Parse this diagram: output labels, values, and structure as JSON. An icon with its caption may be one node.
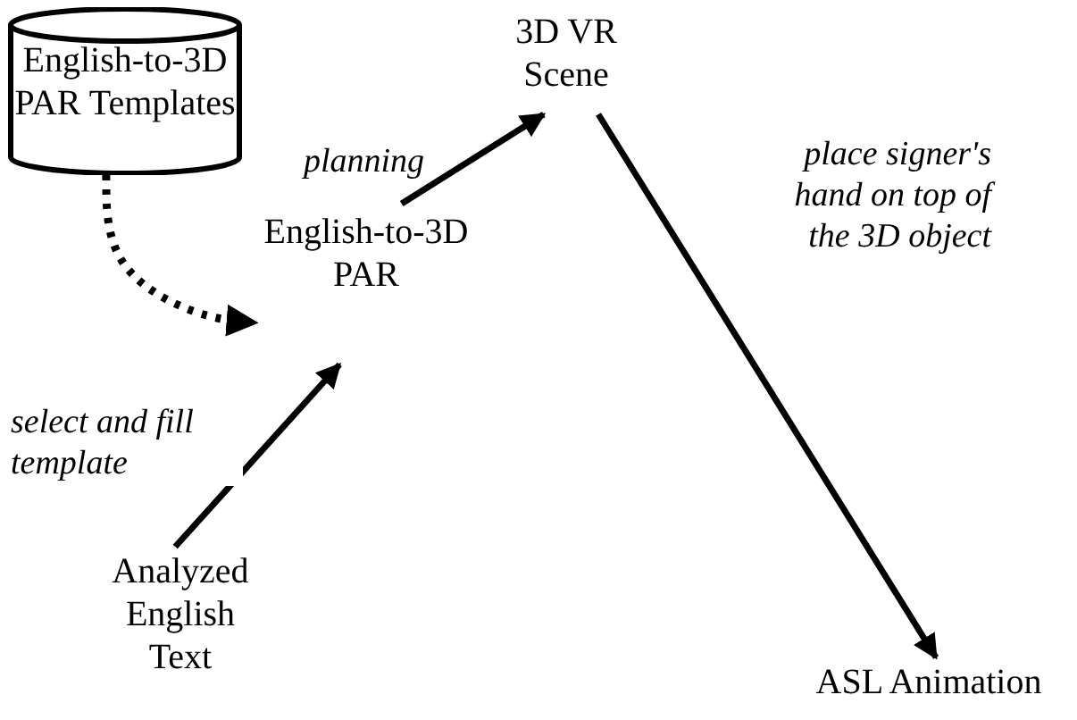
{
  "diagram": {
    "nodes": [
      {
        "text": [
          "English-to-3D PAR Templates"
        ]
      },
      {
        "text": [
          "3D VR Scene"
        ]
      },
      {
        "text": [
          "English-to-3D PAR"
        ]
      },
      {
        "text": [
          "Analyzed English Text"
        ]
      },
      {
        "text": [
          "ASL Animation"
        ]
      }
    ],
    "edges": [
      {
        "from": 0,
        "to": 2,
        "arrow": "to",
        "style": "dashed"
      },
      {
        "from": 3,
        "to": 2,
        "arrow": "to",
        "label": "select and fill template"
      },
      {
        "from": 2,
        "to": 1,
        "arrow": "to",
        "label": "planning"
      },
      {
        "from": 1,
        "to": 4,
        "arrow": "to",
        "label": "place signer's hand on top of the 3D object"
      }
    ]
  }
}
